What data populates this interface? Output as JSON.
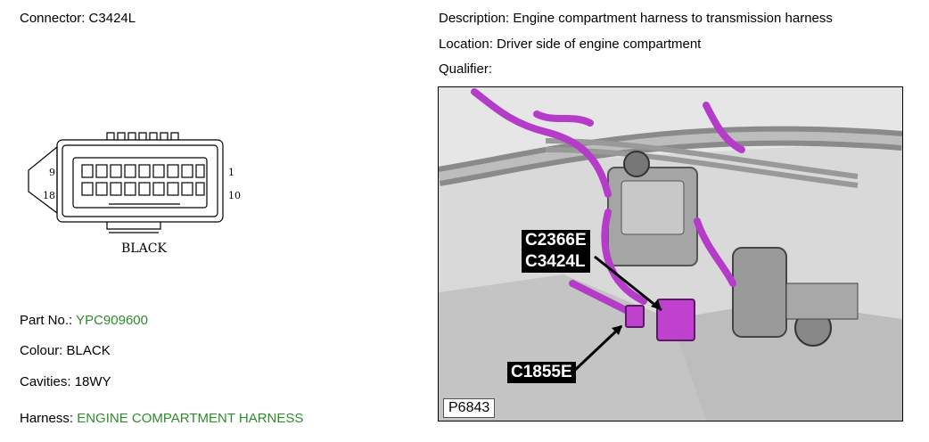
{
  "connector": {
    "label": "Connector:",
    "value": "C3424L"
  },
  "description": {
    "label": "Description:",
    "value": "Engine compartment harness to transmission harness"
  },
  "location": {
    "label": "Location:",
    "value": "Driver side of engine compartment"
  },
  "qualifier": {
    "label": "Qualifier:",
    "value": ""
  },
  "connector_diagram": {
    "pin_left_top": "9",
    "pin_left_bottom": "18",
    "pin_right_top": "1",
    "pin_right_bottom": "10",
    "colour_caption": "BLACK"
  },
  "part_no": {
    "label": "Part No.:",
    "value": "YPC909600"
  },
  "colour": {
    "label": "Colour:",
    "value": "BLACK"
  },
  "cavities": {
    "label": "Cavities:",
    "value": "18WY"
  },
  "harness": {
    "label": "Harness:",
    "value": "ENGINE COMPARTMENT HARNESS"
  },
  "photo": {
    "callout_top_1": "C2366E",
    "callout_top_2": "C3424L",
    "callout_bottom": "C1855E",
    "image_id": "P6843"
  },
  "colors": {
    "link_green": "#2e8b2e",
    "harness_magenta": "#b43cc8"
  }
}
